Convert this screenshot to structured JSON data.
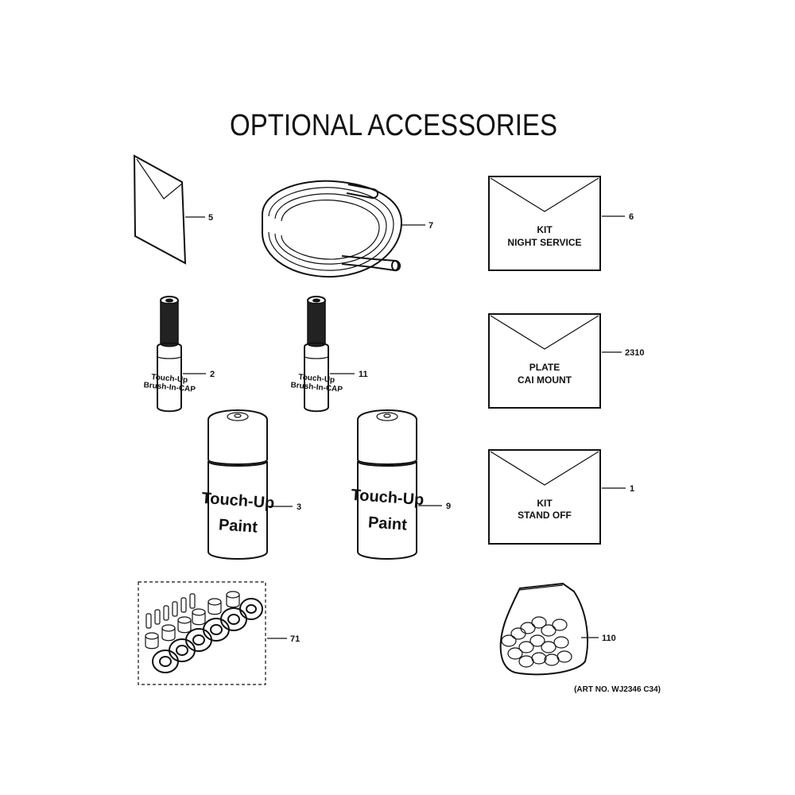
{
  "title": "OPTIONAL ACCESSORIES",
  "art_number": "(ART NO. WJ2346 C34)",
  "parts": {
    "manual": {
      "callout": "5",
      "icon": "folded-manual-icon"
    },
    "tubing": {
      "callout": "7",
      "icon": "coiled-tube-icon"
    },
    "night_service_kit": {
      "callout": "6",
      "line1": "KIT",
      "line2": "NIGHT SERVICE",
      "icon": "envelope-icon"
    },
    "touch_up_pen_a": {
      "callout": "2",
      "label": "Touch-Up",
      "sublabel": "Brush-In-CAP",
      "icon": "paint-pen-icon"
    },
    "touch_up_pen_b": {
      "callout": "11",
      "label": "Touch-Up",
      "sublabel": "Brush-In-CAP",
      "icon": "paint-pen-icon"
    },
    "cai_mount_plate": {
      "callout": "2310",
      "line1": "PLATE",
      "line2": "CAI MOUNT",
      "icon": "envelope-icon"
    },
    "spray_can_a": {
      "callout": "3",
      "line1": "Touch-Up",
      "line2": "Paint",
      "icon": "spray-can-icon"
    },
    "spray_can_b": {
      "callout": "9",
      "line1": "Touch-Up",
      "line2": "Paint",
      "icon": "spray-can-icon"
    },
    "stand_off_kit": {
      "callout": "1",
      "line1": "KIT",
      "line2": "STAND OFF",
      "icon": "envelope-icon"
    },
    "grommet_kit": {
      "callout": "71",
      "icon": "grommets-icon"
    },
    "screw_bag": {
      "callout": "110",
      "icon": "screw-bag-icon"
    }
  }
}
